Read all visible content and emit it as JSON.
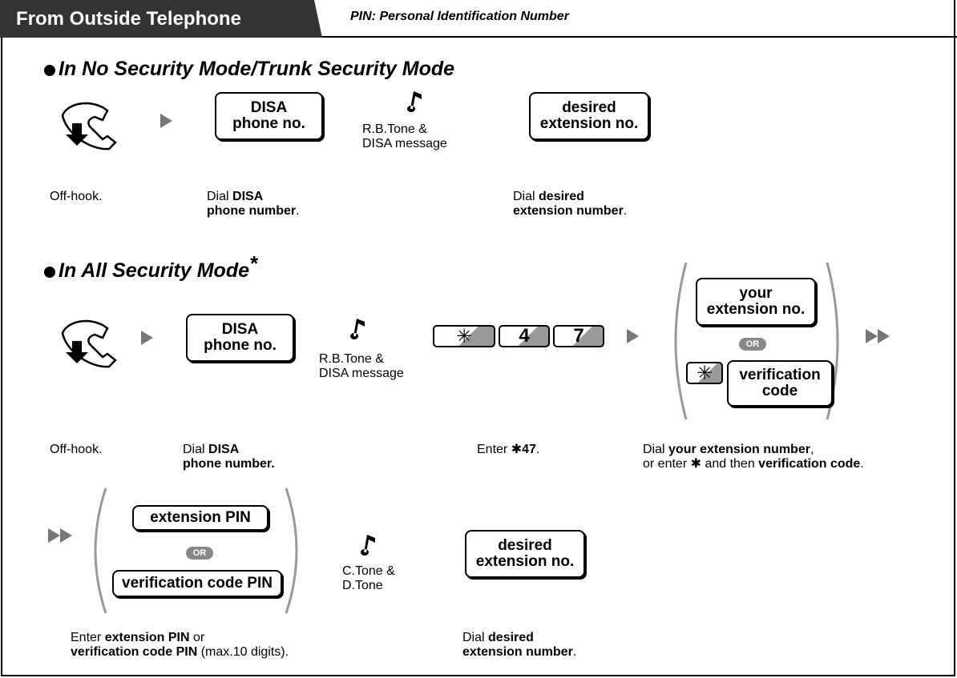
{
  "header": {
    "title": "From Outside Telephone",
    "pin_note": "PIN: Personal Identification Number"
  },
  "section1": {
    "title": "In No Security Mode/Trunk Security Mode",
    "box_disa": "DISA\nphone no.",
    "tone": "R.B.Tone &\nDISA message",
    "box_desired": "desired\nextension no.",
    "desc_offhook": "Off-hook.",
    "desc_dial_disa_pre": "Dial ",
    "desc_dial_disa_bold1": "DISA",
    "desc_dial_disa_bold2": "phone number",
    "desc_dial_disa_post": ".",
    "desc_dial_desired_pre": "Dial ",
    "desc_dial_desired_bold1": "desired",
    "desc_dial_desired_bold2": "extension number",
    "desc_dial_desired_post": "."
  },
  "section2": {
    "title": "In All Security Mode",
    "asterisk": "*",
    "box_disa": "DISA\nphone no.",
    "tone": "R.B.Tone &\nDISA message",
    "keys": [
      "✳",
      "4",
      "7"
    ],
    "box_your_ext": "your\nextension no.",
    "or_label": "OR",
    "key_star": "✳",
    "box_verification": "verification\ncode",
    "desc_offhook": "Off-hook.",
    "desc_dial_disa_pre": "Dial ",
    "desc_dial_disa_bold1": "DISA",
    "desc_dial_disa_bold2": "phone number.",
    "desc_enter_pre": "Enter ",
    "desc_enter_bold": "✱47",
    "desc_enter_post": ".",
    "desc_your_ext_pre": "Dial ",
    "desc_your_ext_bold": "your extension number",
    "desc_your_ext_post": ",",
    "desc_or_enter_pre": "or enter ",
    "desc_or_enter_star": "✱",
    "desc_or_enter_mid": " and then ",
    "desc_or_enter_bold": "verification code",
    "desc_or_enter_post": "."
  },
  "section3": {
    "box_ext_pin": "extension PIN",
    "or_label": "OR",
    "box_ver_pin": "verification code PIN",
    "tone": "C.Tone &\nD.Tone",
    "box_desired": "desired\nextension no.",
    "desc_pin_pre": "Enter ",
    "desc_pin_bold1": "extension PIN",
    "desc_pin_mid": " or",
    "desc_pin_bold2": "verification code PIN",
    "desc_pin_post": " (max.10 digits).",
    "desc_desired_pre": "Dial ",
    "desc_desired_bold1": "desired",
    "desc_desired_bold2": "extension number",
    "desc_desired_post": "."
  },
  "icons": {
    "handset": "handset-offhook-icon",
    "tone": "musical-note-icon",
    "play": "play-arrow-icon",
    "double": "double-arrow-icon"
  }
}
